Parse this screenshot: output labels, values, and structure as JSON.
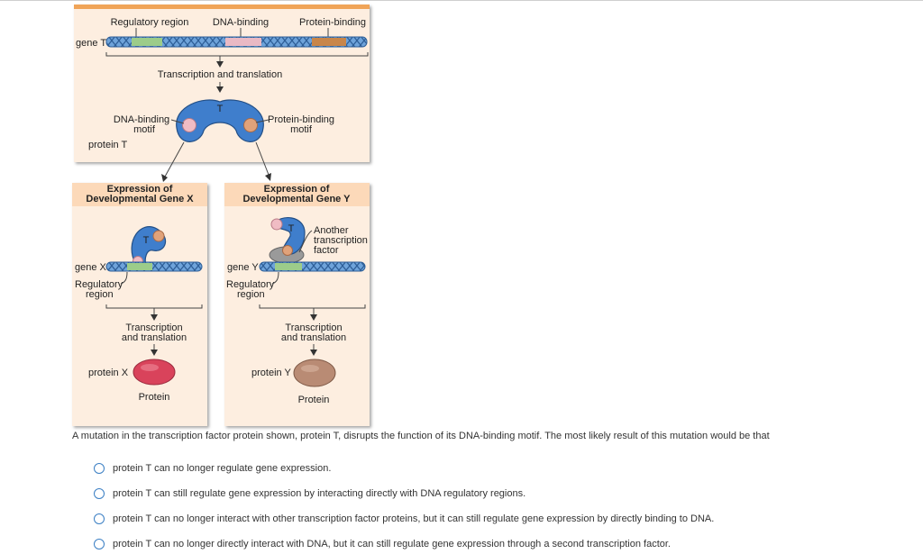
{
  "diagram": {
    "top": {
      "labels": {
        "regulatory": "Regulatory region",
        "dna_binding": "DNA-binding",
        "protein_binding": "Protein-binding"
      },
      "gene_label": "gene T",
      "step_label": "Transcription and translation",
      "protein_letter": "T",
      "dna_motif": [
        "DNA-binding",
        "motif"
      ],
      "protein_motif": [
        "Protein-binding",
        "motif"
      ],
      "protein_label": "protein T"
    },
    "left": {
      "title_line1": "Expression of",
      "title_line2": "Developmental Gene X",
      "protein_letter": "T",
      "gene_label": "gene X",
      "regulatory": [
        "Regulatory",
        "region"
      ],
      "step": [
        "Transcription",
        "and translation"
      ],
      "protein_label": "protein X",
      "product_label": "Protein"
    },
    "right": {
      "title_line1": "Expression of",
      "title_line2": "Developmental Gene Y",
      "protein_letter": "T",
      "other_factor": [
        "Another",
        "transcription",
        "factor"
      ],
      "gene_label": "gene Y",
      "regulatory": [
        "Regulatory",
        "region"
      ],
      "step": [
        "Transcription",
        "and translation"
      ],
      "protein_label": "protein Y",
      "product_label": "Protein"
    }
  },
  "question": "A mutation in the transcription factor protein shown, protein T, disrupts the function of its DNA-binding motif. The most likely result of this mutation would be that",
  "options": [
    "protein T can no longer regulate gene expression.",
    "protein T can still regulate gene expression by interacting directly with DNA regulatory regions.",
    "protein T can no longer interact with other transcription factor proteins, but it can still regulate gene expression by directly binding to DNA.",
    "protein T can no longer directly interact with DNA, but it can still regulate gene expression through a second transcription factor."
  ],
  "colors": {
    "panel": "#fdeee0",
    "dna": "#4a86c8",
    "protein_t": "#3f7ecc",
    "protein_x": "#d9435b",
    "protein_y": "#b98b74",
    "radio": "#3b7fc4"
  }
}
